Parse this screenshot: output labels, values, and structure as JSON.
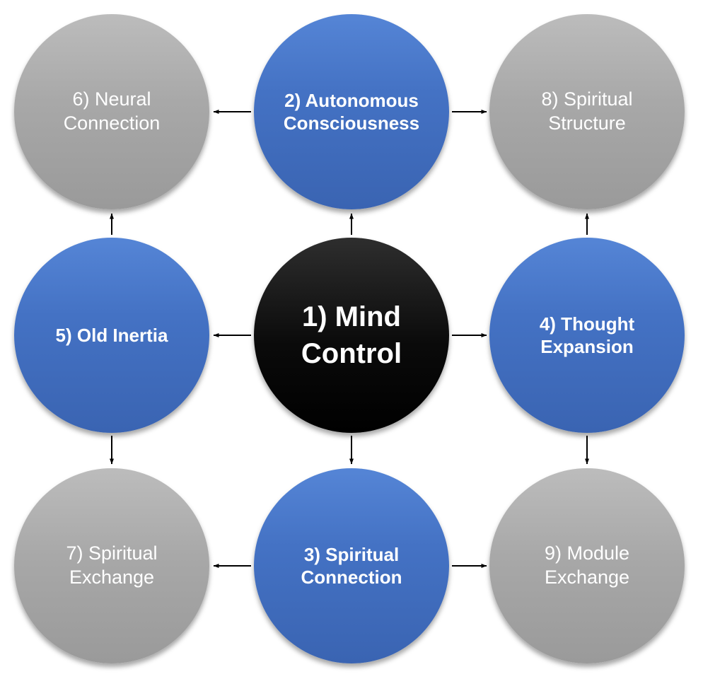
{
  "diagram": {
    "title": "Mind control radial diagram",
    "colors": {
      "center": "#000000",
      "primary": "#4472c4",
      "secondary": "#a6a6a6",
      "arrow": "#000000",
      "text": "#ffffff"
    },
    "nodes": [
      {
        "id": "1",
        "label": "1) Mind Control",
        "role": "center",
        "grid": "center-center"
      },
      {
        "id": "2",
        "label": "2) Autonomous Consciousness",
        "role": "primary",
        "grid": "top-center"
      },
      {
        "id": "3",
        "label": "3) Spiritual Connection",
        "role": "primary",
        "grid": "bottom-center"
      },
      {
        "id": "4",
        "label": "4) Thought Expansion",
        "role": "primary",
        "grid": "middle-right"
      },
      {
        "id": "5",
        "label": "5) Old Inertia",
        "role": "primary",
        "grid": "middle-left"
      },
      {
        "id": "6",
        "label": "6) Neural Connection",
        "role": "secondary",
        "grid": "top-left"
      },
      {
        "id": "7",
        "label": "7) Spiritual Exchange",
        "role": "secondary",
        "grid": "bottom-left"
      },
      {
        "id": "8",
        "label": "8) Spiritual Structure",
        "role": "secondary",
        "grid": "top-right"
      },
      {
        "id": "9",
        "label": "9) Module Exchange",
        "role": "secondary",
        "grid": "bottom-right"
      }
    ],
    "edges": [
      {
        "from": "1",
        "to": "2"
      },
      {
        "from": "1",
        "to": "3"
      },
      {
        "from": "1",
        "to": "4"
      },
      {
        "from": "1",
        "to": "5"
      },
      {
        "from": "2",
        "to": "6"
      },
      {
        "from": "2",
        "to": "8"
      },
      {
        "from": "5",
        "to": "6"
      },
      {
        "from": "5",
        "to": "7"
      },
      {
        "from": "4",
        "to": "8"
      },
      {
        "from": "4",
        "to": "9"
      },
      {
        "from": "3",
        "to": "7"
      },
      {
        "from": "3",
        "to": "9"
      }
    ]
  }
}
